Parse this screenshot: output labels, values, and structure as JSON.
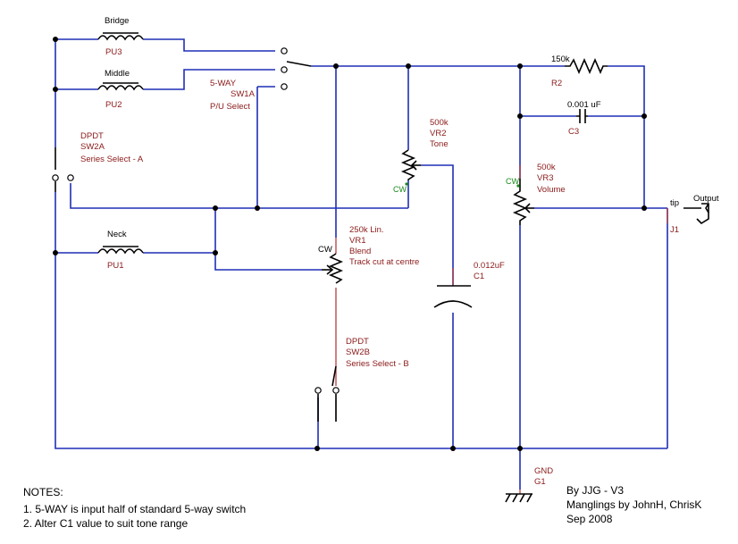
{
  "pickups": {
    "bridge": {
      "name": "Bridge",
      "ref": "PU3"
    },
    "middle": {
      "name": "Middle",
      "ref": "PU2"
    },
    "neck": {
      "name": "Neck",
      "ref": "PU1"
    }
  },
  "sw1a": {
    "line1": "5-WAY",
    "line2": "SW1A",
    "line3": "P/U Select"
  },
  "sw2a": {
    "line1": "DPDT",
    "line2": "SW2A",
    "line3": "Series Select - A"
  },
  "sw2b": {
    "line1": "DPDT",
    "line2": "SW2B",
    "line3": "Series Select - B"
  },
  "vr1": {
    "cw": "CW",
    "line1": "250k Lin.",
    "line2": "VR1",
    "line3": "Blend",
    "line4": "Track cut at centre"
  },
  "vr2": {
    "cw": "CW",
    "line1": "500k",
    "line2": "VR2",
    "line3": "Tone"
  },
  "vr3": {
    "cw": "CW",
    "line1": "500k",
    "line2": "VR3",
    "line3": "Volume"
  },
  "r2": {
    "value": "150k",
    "ref": "R2"
  },
  "c3": {
    "value": "0.001 uF",
    "ref": "C3"
  },
  "c1": {
    "value": "0.012uF",
    "ref": "C1"
  },
  "jack": {
    "tip": "tip",
    "title": "Output",
    "ref": "J1"
  },
  "ground": {
    "line1": "GND",
    "line2": "G1"
  },
  "notes": {
    "title": "NOTES:",
    "items": [
      "1. 5-WAY is input half of standard 5-way switch",
      "2. Alter C1 value to suit tone range"
    ]
  },
  "credits": {
    "line1": "By JJG - V3",
    "line2": "Manglings by JohnH, ChrisK",
    "line3": "Sep 2008"
  },
  "colors": {
    "wire": "#1f2fb5",
    "component": "#000000",
    "label": "#8b1a1a",
    "cw_marker": "#1a8a1a"
  }
}
